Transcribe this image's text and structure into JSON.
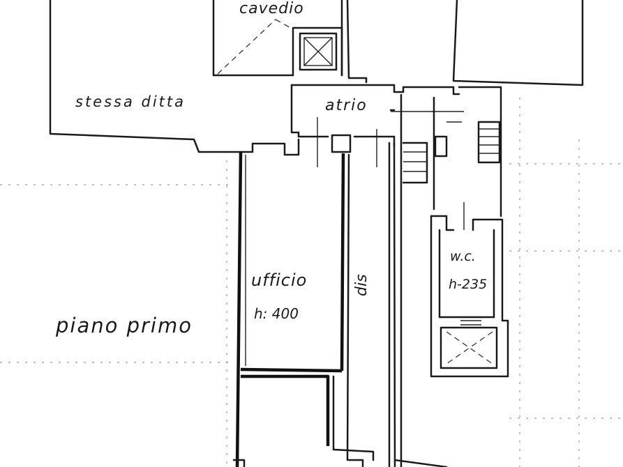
{
  "labels": {
    "cavedio": "cavedio",
    "stessa_ditta": "stessa ditta",
    "atrio": "atrio",
    "ufficio": "ufficio",
    "ufficio_height": "h: 400",
    "dis": "dis",
    "wc": "w.c.",
    "wc_height": "h-235",
    "piano_primo": "piano primo"
  }
}
